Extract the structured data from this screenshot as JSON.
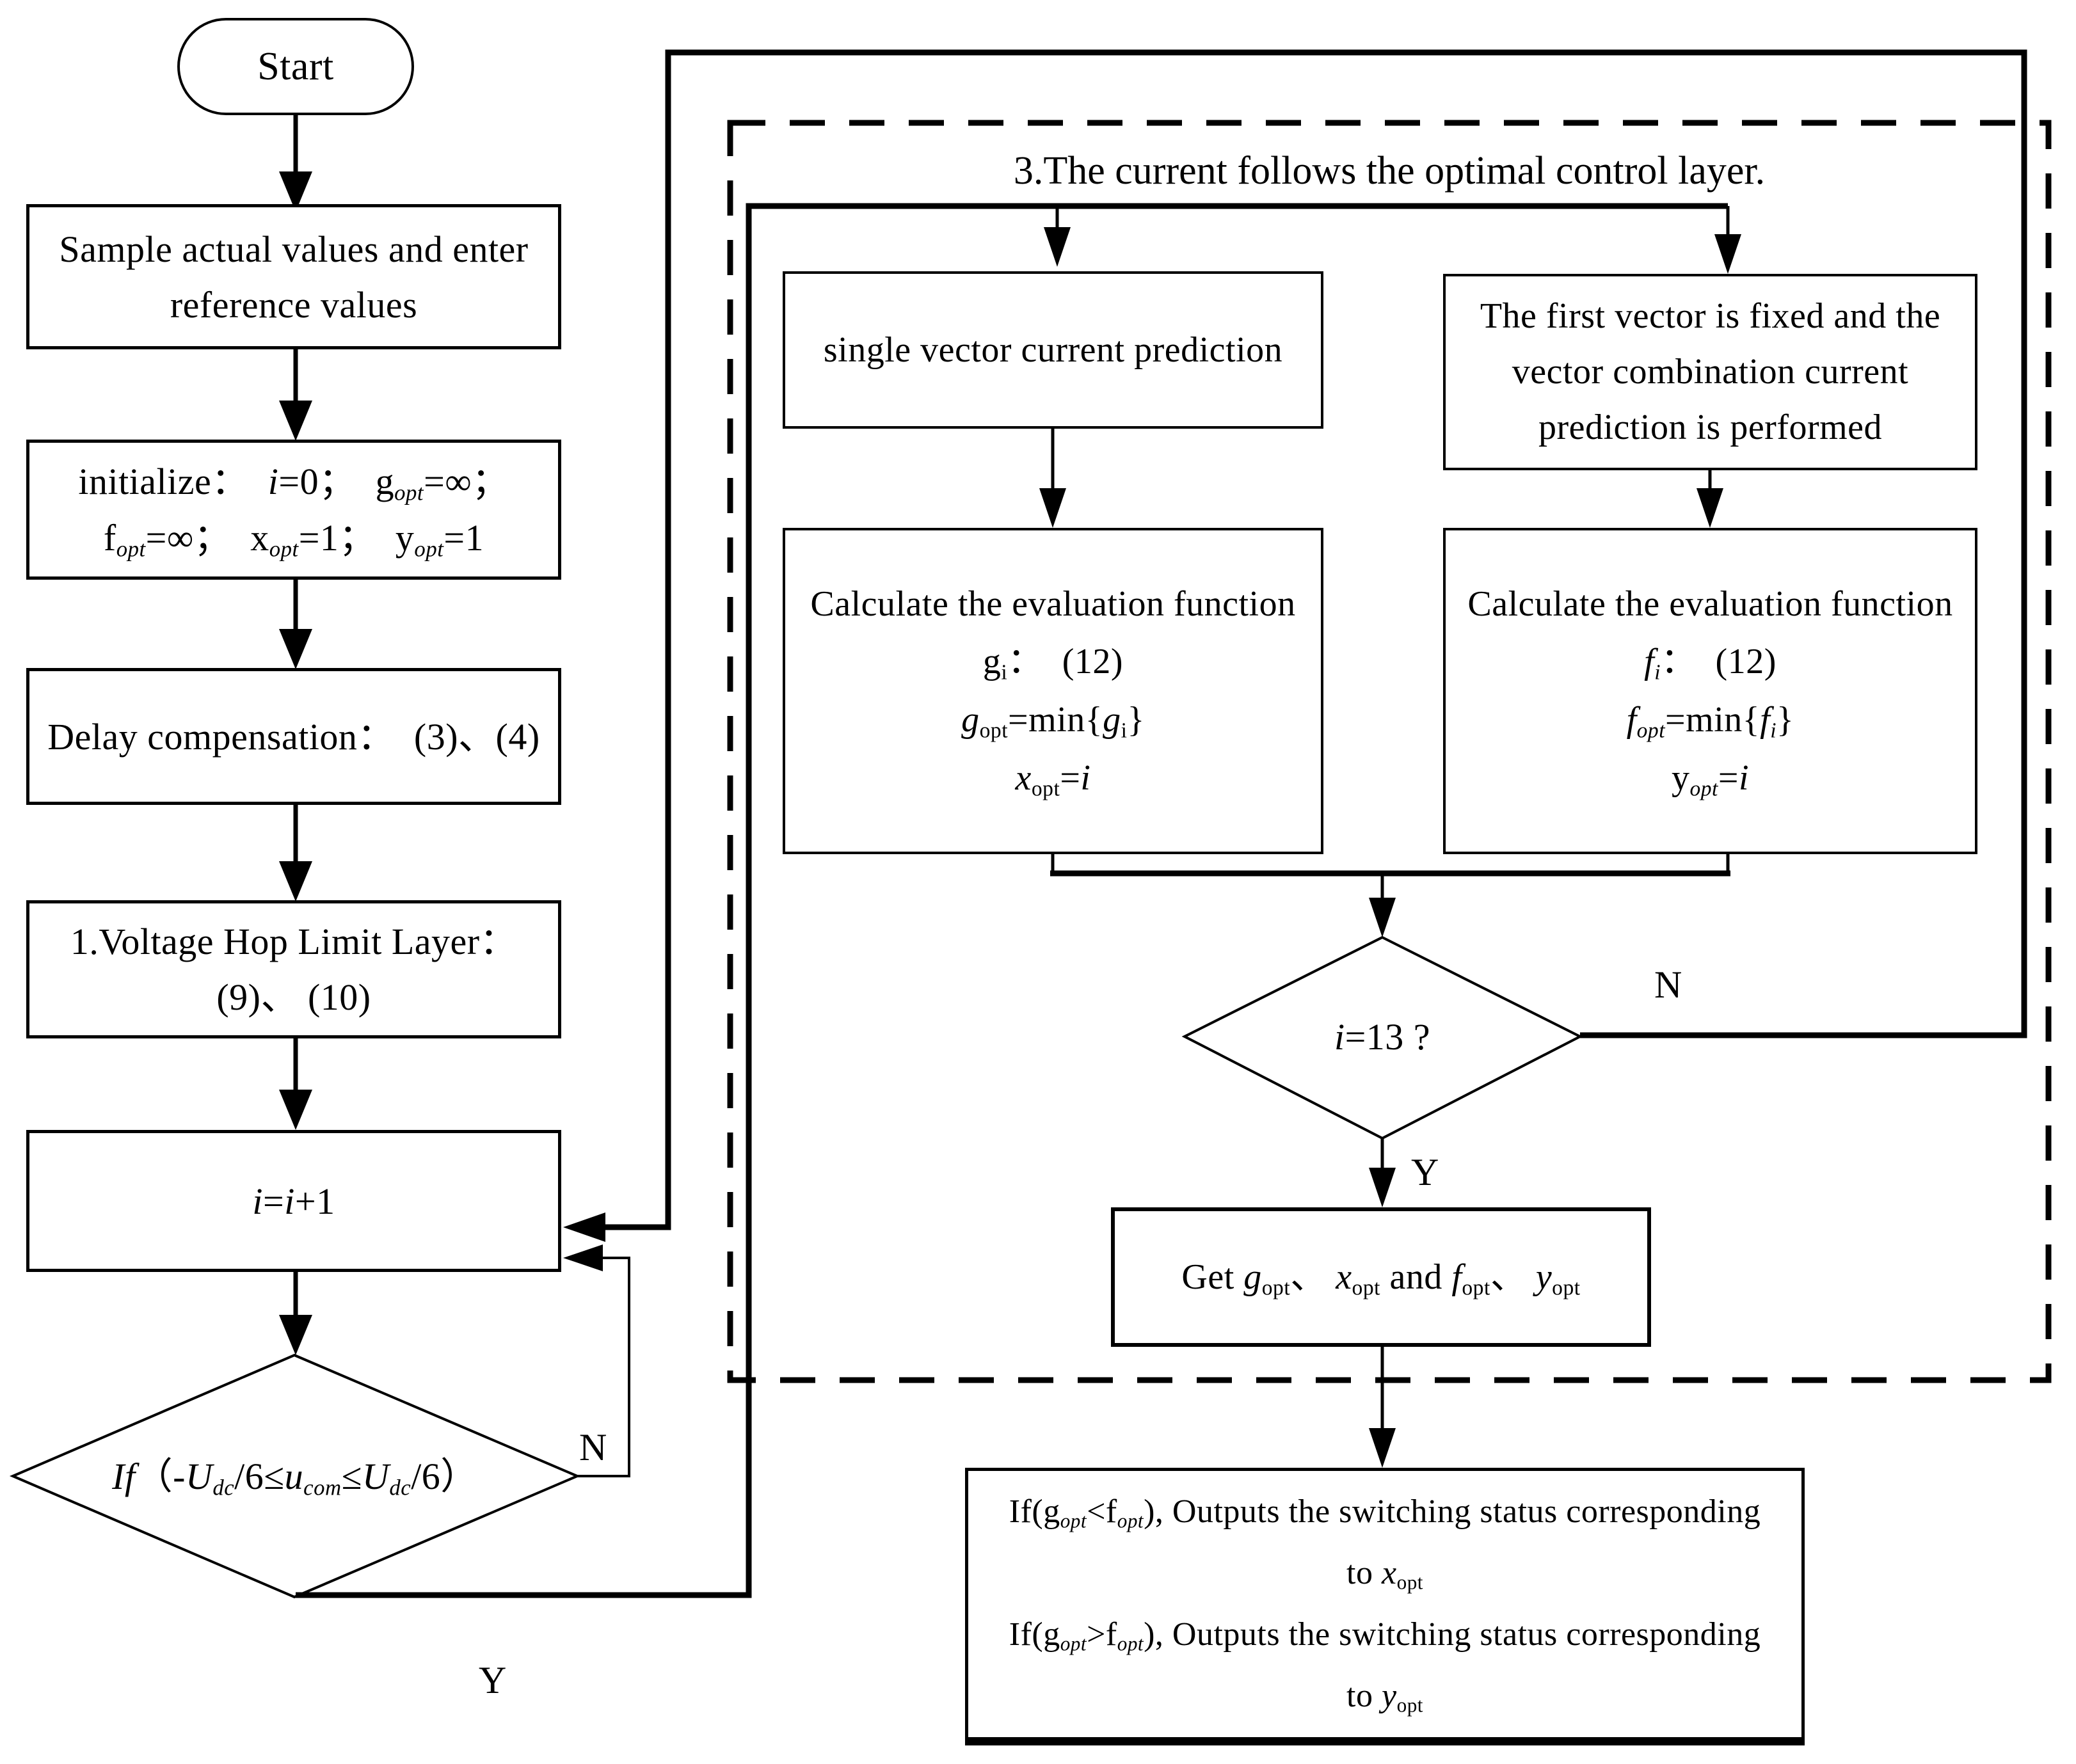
{
  "figure": {
    "title": "3.The current follows the optimal control layer.",
    "branch_labels": {
      "voltage_no": "N",
      "voltage_yes": "Y",
      "i13_no": "N",
      "i13_yes": "Y"
    }
  },
  "nodes": {
    "start": {
      "label": "Start"
    },
    "sample": {
      "lines": [
        [
          [
            "Sample actual values and enter",
            ""
          ]
        ],
        [
          [
            "reference values",
            ""
          ]
        ]
      ]
    },
    "init": {
      "lines": [
        [
          [
            "initialize：  ",
            ""
          ],
          [
            "i",
            "i"
          ],
          [
            "=0；  g",
            ""
          ],
          [
            "opt",
            "isub"
          ],
          [
            "=∞；",
            ""
          ]
        ],
        [
          [
            "f",
            ""
          ],
          [
            "opt",
            "isub"
          ],
          [
            "=∞；  x",
            ""
          ],
          [
            "opt",
            "isub"
          ],
          [
            "=1；  y",
            ""
          ],
          [
            "opt",
            "isub"
          ],
          [
            "=1",
            ""
          ]
        ]
      ]
    },
    "delay": {
      "lines": [
        [
          [
            "Delay compensation：  (3)、(4)",
            ""
          ]
        ]
      ]
    },
    "hop": {
      "lines": [
        [
          [
            "1.Voltage Hop Limit Layer：",
            ""
          ]
        ],
        [
          [
            "(9)、 (10)",
            ""
          ]
        ]
      ]
    },
    "increment": {
      "lines": [
        [
          [
            "i",
            "i"
          ],
          [
            "=",
            ""
          ],
          [
            "i",
            "i"
          ],
          [
            "+1",
            ""
          ]
        ]
      ]
    },
    "cond_voltage": {
      "lines": [
        [
          [
            "If",
            "i"
          ],
          [
            "（-",
            ""
          ],
          [
            "U",
            "i"
          ],
          [
            "dc",
            "isub"
          ],
          [
            "/6≤",
            ""
          ],
          [
            "u",
            "i"
          ],
          [
            "com",
            "isub"
          ],
          [
            "≤",
            ""
          ],
          [
            "U",
            "i"
          ],
          [
            "dc",
            "isub"
          ],
          [
            "/6）",
            ""
          ]
        ]
      ]
    },
    "pred_single": {
      "lines": [
        [
          [
            "single vector current prediction",
            ""
          ]
        ]
      ]
    },
    "pred_combo": {
      "lines": [
        [
          [
            "The first vector is fixed and the",
            ""
          ]
        ],
        [
          [
            "vector combination current",
            ""
          ]
        ],
        [
          [
            "prediction is performed",
            ""
          ]
        ]
      ]
    },
    "eval_g": {
      "lines": [
        [
          [
            "Calculate the evaluation function",
            ""
          ]
        ],
        [
          [
            "g",
            ""
          ],
          [
            "i",
            "sub"
          ],
          [
            "：  (12)",
            ""
          ]
        ],
        [
          [
            "g",
            "i"
          ],
          [
            "opt",
            "sub"
          ],
          [
            "=min{",
            ""
          ],
          [
            "g",
            "i"
          ],
          [
            "i",
            "sub"
          ],
          [
            "}",
            ""
          ]
        ],
        [
          [
            "x",
            "i"
          ],
          [
            "opt",
            "sub"
          ],
          [
            "=",
            ""
          ],
          [
            "i",
            "i"
          ]
        ]
      ]
    },
    "eval_f": {
      "lines": [
        [
          [
            "Calculate the evaluation function",
            ""
          ]
        ],
        [
          [
            "f",
            "i"
          ],
          [
            "i",
            "isub"
          ],
          [
            "：  (12)",
            ""
          ]
        ],
        [
          [
            "f",
            "i"
          ],
          [
            "opt",
            "isub"
          ],
          [
            "=min{",
            ""
          ],
          [
            "f",
            "i"
          ],
          [
            "i",
            "isub"
          ],
          [
            "}",
            ""
          ]
        ],
        [
          [
            "y",
            ""
          ],
          [
            "opt",
            "isub"
          ],
          [
            "=",
            ""
          ],
          [
            "i",
            "i"
          ]
        ]
      ]
    },
    "cond_i13": {
      "lines": [
        [
          [
            "i",
            "i"
          ],
          [
            "=13 ?",
            ""
          ]
        ]
      ]
    },
    "get_opt": {
      "lines": [
        [
          [
            "Get ",
            ""
          ],
          [
            "g",
            "i"
          ],
          [
            "opt",
            "sub"
          ],
          [
            "、 ",
            ""
          ],
          [
            "x",
            "i"
          ],
          [
            "opt",
            "sub"
          ],
          [
            " and ",
            ""
          ],
          [
            "f",
            "i"
          ],
          [
            "opt",
            "sub"
          ],
          [
            "、 ",
            ""
          ],
          [
            "y",
            "i"
          ],
          [
            "opt",
            "sub"
          ]
        ]
      ]
    },
    "output": {
      "lines": [
        [
          [
            "If(g",
            ""
          ],
          [
            "opt",
            "isub"
          ],
          [
            "<f",
            ""
          ],
          [
            "opt",
            "isub"
          ],
          [
            "), Outputs the switching status corresponding",
            ""
          ]
        ],
        [
          [
            "to ",
            ""
          ],
          [
            "x",
            "i"
          ],
          [
            "opt",
            "sub"
          ]
        ],
        [
          [
            "If(g",
            ""
          ],
          [
            "opt",
            "isub"
          ],
          [
            ">f",
            ""
          ],
          [
            "opt",
            "isub"
          ],
          [
            "), Outputs the switching status corresponding",
            ""
          ]
        ],
        [
          [
            "to ",
            ""
          ],
          [
            "y",
            "i"
          ],
          [
            "opt",
            "sub"
          ]
        ]
      ]
    }
  }
}
